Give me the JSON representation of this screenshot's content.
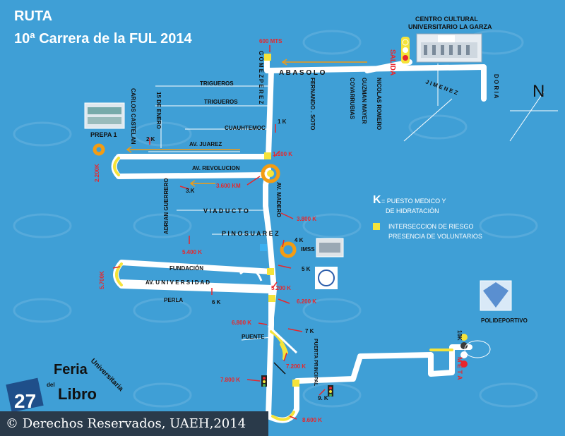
{
  "title": {
    "line1": "RUTA",
    "line2": "10ª Carrera de la FUL 2014"
  },
  "streets": {
    "abasolo": "A B A S O L O",
    "gomez_perez_1": "G O M E Z",
    "gomez_perez_2": "P E R E Z",
    "jimenez": "J I M E N E Z",
    "doria": "D O R I A",
    "trigueros_1": "TRIGUEROS",
    "trigueros_2": "TRIGUEROS",
    "fernando_soto": "FERNANDO . SOTO",
    "covarrubias": "COVARRUBIAS",
    "guzman_mayer": "GUZMAN MAYER",
    "nicolas_romero": "NICOLAS ROMERO",
    "carlos_castelan": "CARLOS    CASTELAN",
    "quince_enero": "15 DE ENERO",
    "cuauhtemoc": "CUAUHTEMOC",
    "av_juarez": "AV. JUAREZ",
    "av_revolucion": "AV. REVOLUCION",
    "av_madero": "AV. MADERO",
    "adrian_guerrero": "ADRIAN GUERRERO",
    "viaducto": "V I A D U C T O",
    "pino_suarez": "P I N O   S U A R E Z",
    "fundacion": "FUNDACIÓN",
    "av_universidad": "AV. U N I V E R S I D A D",
    "perla": "PERLA",
    "puente": "PUENTE",
    "puerta_principal": "PUERTA PRINCIPAL"
  },
  "places": {
    "centro_cultural_1": "CENTRO CULTURAL",
    "centro_cultural_2": "UNIVERSITARIO LA GARZA",
    "prepa": "PREPA 1",
    "imss": "IMSS",
    "polideportivo": "POLIDEPORTIVO",
    "salida": "SALIDA",
    "meta": "M E T A",
    "north": "N"
  },
  "distances": {
    "d600": "600 MTS",
    "k1": "1 K",
    "k2": "2 K",
    "k1100": "1.100 K",
    "k2200": "2.200K",
    "k3600": "3.600 KM",
    "k3": "3.K",
    "k3800": "3.800 K",
    "k4": "4 K",
    "k5": "5 K",
    "k5400": "5.400 K",
    "k5700": "5.700K",
    "k5200": "5.200 K",
    "k6": "6 K",
    "k6200": "6.200 K",
    "k6800": "6.800 K",
    "k7": "7 K",
    "k7200": "7.200 K",
    "k7800": "7.800 K",
    "k9": "9. K",
    "k8600": "8.600 K",
    "k10": "10K"
  },
  "legend": {
    "k_symbol": "K",
    "puesto_1": "= PUESTO MEDICO Y",
    "puesto_2": "DE HIDRATACIÓN",
    "interseccion_1": "INTERSECCION DE RIESGO",
    "interseccion_2": "PRESENCIA DE VOLUNTARIOS"
  },
  "logo": {
    "num": "27",
    "line1": "Feria",
    "line2": "Universitaria",
    "line3": "del",
    "line4": "Libro"
  },
  "copyright": "© Derechos Reservados, UAEH,2014",
  "colors": {
    "background": "#3f9fd6",
    "route": "#ffffff",
    "risk": "#f5e33a",
    "distance": "#e8262b",
    "hydration": "#f39c12"
  }
}
